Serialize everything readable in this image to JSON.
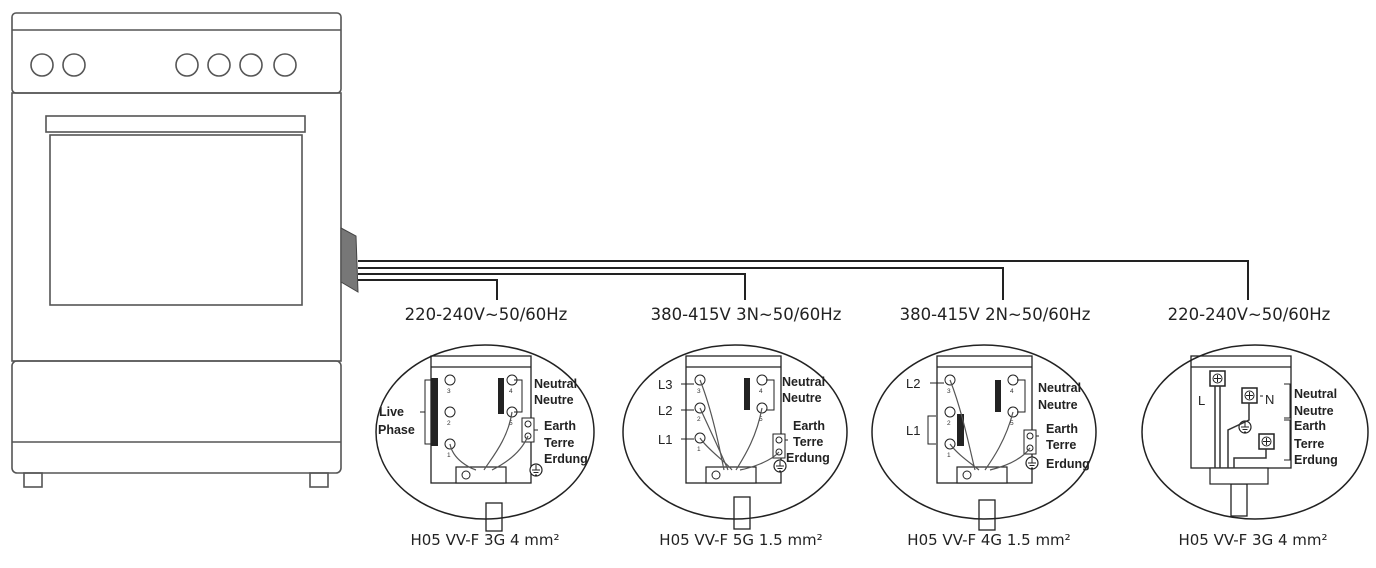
{
  "diagrams": [
    {
      "voltage": "220-240V~50/60Hz",
      "cable": "H05 VV-F 3G 4 mm²",
      "labels": {
        "live": "Live",
        "phase": "Phase",
        "neutral": "Neutral",
        "neutre": "Neutre",
        "earth": "Earth",
        "terre": "Terre",
        "erdung": "Erdung"
      },
      "terminal_numbers": [
        "3",
        "2",
        "1",
        "4",
        "5"
      ]
    },
    {
      "voltage": "380-415V 3N~50/60Hz",
      "cable": "H05 VV-F 5G 1.5 mm²",
      "labels": {
        "l3": "L3",
        "l2": "L2",
        "l1": "L1",
        "neutral": "Neutral",
        "neutre": "Neutre",
        "earth": "Earth",
        "terre": "Terre",
        "erdung": "Erdung"
      },
      "terminal_numbers": [
        "3",
        "2",
        "1",
        "4",
        "5"
      ]
    },
    {
      "voltage": "380-415V 2N~50/60Hz",
      "cable": "H05 VV-F 4G 1.5 mm²",
      "labels": {
        "l2": "L2",
        "l1": "L1",
        "neutral": "Neutral",
        "neutre": "Neutre",
        "earth": "Earth",
        "terre": "Terre",
        "erdung": "Erdung"
      },
      "terminal_numbers": [
        "3",
        "2",
        "1",
        "4",
        "5"
      ]
    },
    {
      "voltage": "220-240V~50/60Hz",
      "cable": "H05 VV-F 3G 4 mm²",
      "labels": {
        "l": "L",
        "n": "N",
        "neutral": "Neutral",
        "neutre": "Neutre",
        "earth": "Earth",
        "terre": "Terre",
        "erdung": "Erdung"
      }
    }
  ]
}
